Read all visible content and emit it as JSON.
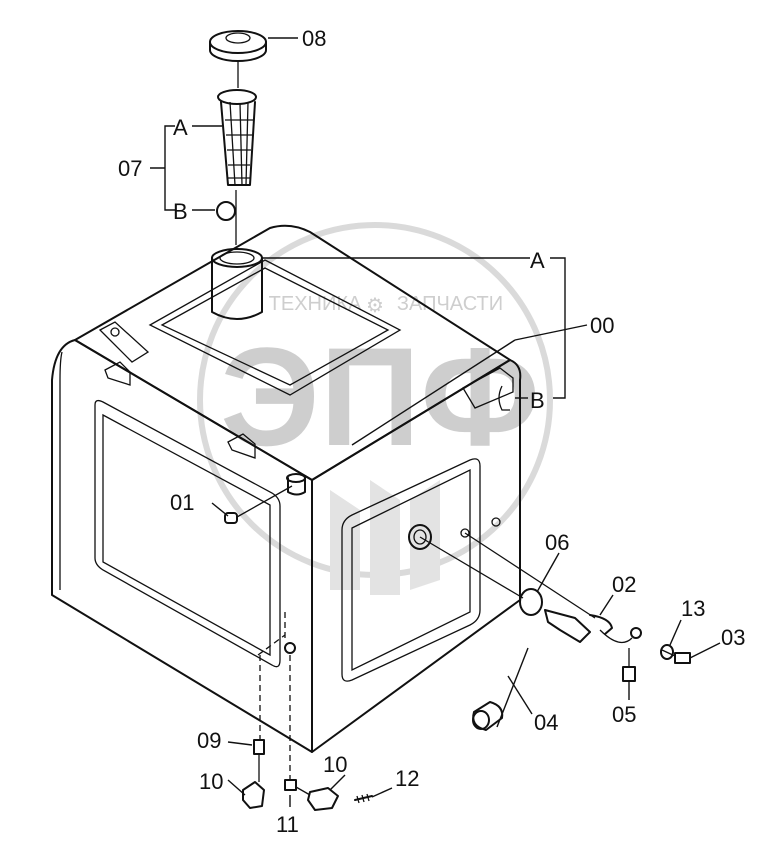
{
  "watermark": {
    "top_text": "ТЕХНИКА",
    "bottom_text": "ЗАПЧАСТИ",
    "logo_letters": "ЭПФ"
  },
  "labels": {
    "p00": "00",
    "p01": "01",
    "p02": "02",
    "p03": "03",
    "p04": "04",
    "p05": "05",
    "p06": "06",
    "p07": "07",
    "p08": "08",
    "p09": "09",
    "p10a": "10",
    "p10b": "10",
    "p11": "11",
    "p12": "12",
    "p13": "13",
    "a_upper": "A",
    "b_upper": "B",
    "a_right": "A",
    "b_right": "B"
  }
}
